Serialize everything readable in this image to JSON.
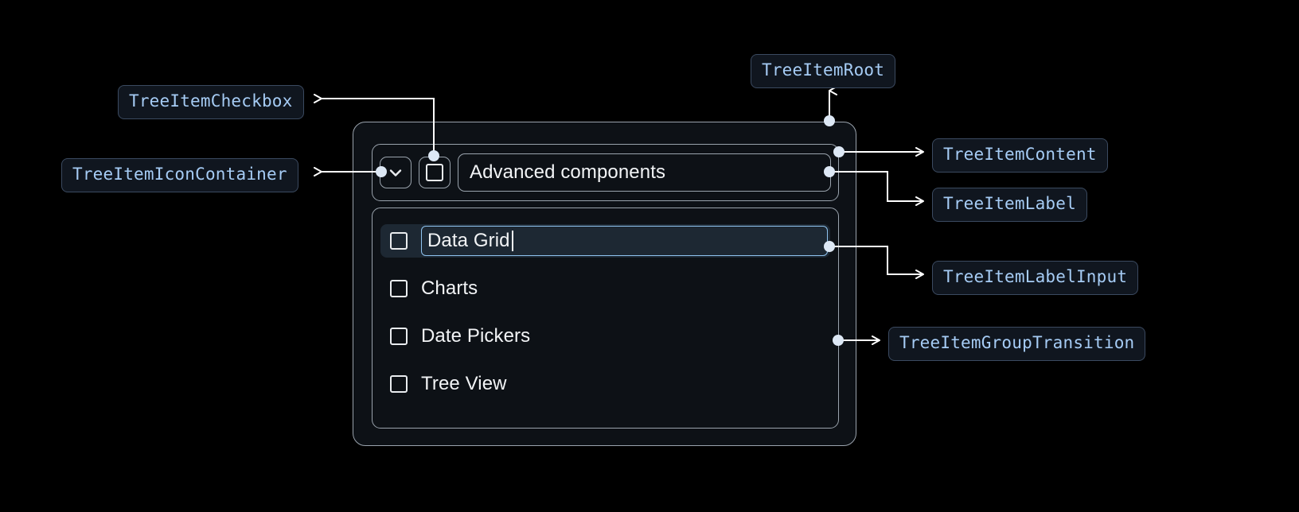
{
  "theme": {
    "page_bg": "#000000",
    "pill_bg": "#10161f",
    "pill_border": "#3b4a60",
    "pill_text": "#a6ccf5",
    "card_bg": "#0d1116",
    "card_border": "#9aa3ad",
    "text": "#f2f4f6",
    "selected_row_bg": "#1d2833",
    "input_focus_border": "#8fc3ef",
    "connector": "#ffffff"
  },
  "annotations": [
    {
      "id": "treeitemcheckbox",
      "label": "TreeItemCheckbox"
    },
    {
      "id": "treeitemiconcontainer",
      "label": "TreeItemIconContainer"
    },
    {
      "id": "treeitemroot",
      "label": "TreeItemRoot"
    },
    {
      "id": "treeitemcontent",
      "label": "TreeItemContent"
    },
    {
      "id": "treeitemlabel",
      "label": "TreeItemLabel"
    },
    {
      "id": "treeitemlabelinput",
      "label": "TreeItemLabelInput"
    },
    {
      "id": "treeitemgrouptransition",
      "label": "TreeItemGroupTransition"
    }
  ],
  "tree": {
    "icon": "chevron-down-icon",
    "checkbox_checked": false,
    "root_label": "Advanced components",
    "children": [
      {
        "label": "Data Grid",
        "checked": false,
        "editing": true
      },
      {
        "label": "Charts",
        "checked": false,
        "editing": false
      },
      {
        "label": "Date Pickers",
        "checked": false,
        "editing": false
      },
      {
        "label": "Tree View",
        "checked": false,
        "editing": false
      }
    ]
  }
}
